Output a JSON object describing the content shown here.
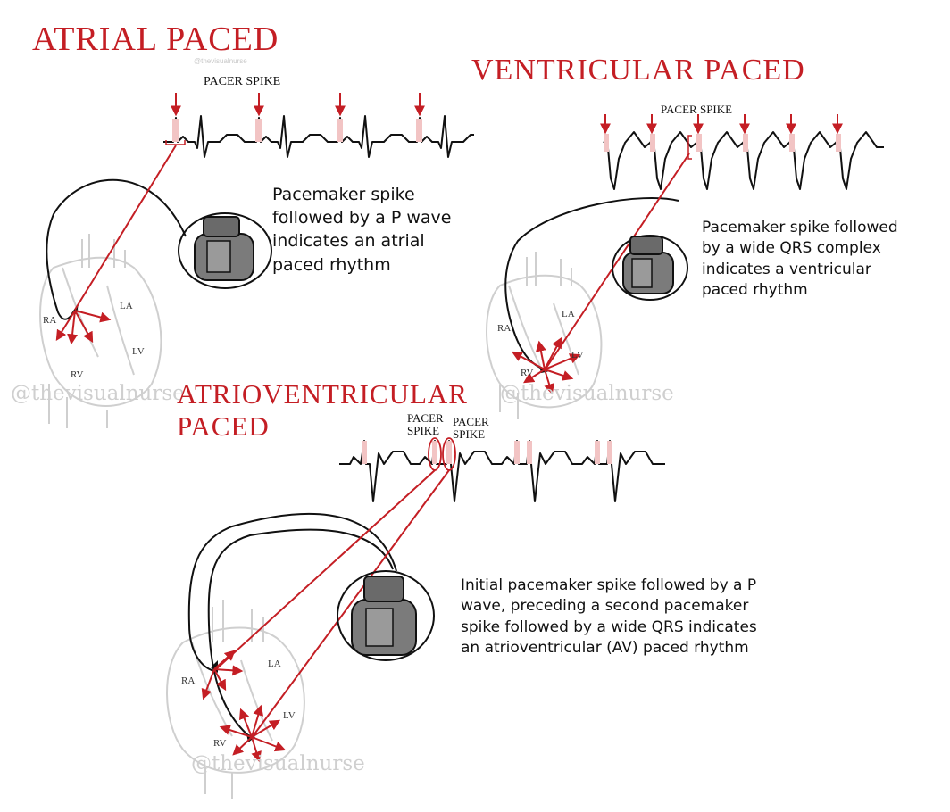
{
  "watermark_top": "@thevisualnurse",
  "watermark": "@thevisualnurse",
  "colors": {
    "accent": "#c41e24",
    "ink": "#111111",
    "watermark": "#cfcfcf"
  },
  "atrial": {
    "title": "ATRIAL PACED",
    "spike_label": "PACER SPIKE",
    "description": "Pacemaker spike followed by a P wave indicates an atrial paced rhythm",
    "chambers": {
      "ra": "RA",
      "la": "LA",
      "lv": "LV",
      "rv": "RV"
    }
  },
  "ventricular": {
    "title": "VENTRICULAR PACED",
    "spike_label": "PACER SPIKE",
    "description": "Pacemaker spike followed by a wide QRS complex indicates a ventricular paced rhythm",
    "chambers": {
      "ra": "RA",
      "la": "LA",
      "lv": "LV",
      "rv": "RV"
    }
  },
  "av": {
    "title_line1": "ATRIOVENTRICULAR",
    "title_line2": "PACED",
    "spike_label_1_line1": "PACER",
    "spike_label_1_line2": "SPIKE",
    "spike_label_2_line1": "PACER",
    "spike_label_2_line2": "SPIKE",
    "description": "Initial pacemaker spike followed by a P wave, preceding a second pacemaker spike followed by a wide QRS indicates an atrioventricular (AV) paced rhythm",
    "chambers": {
      "ra": "RA",
      "la": "LA",
      "lv": "LV",
      "rv": "RV"
    }
  }
}
